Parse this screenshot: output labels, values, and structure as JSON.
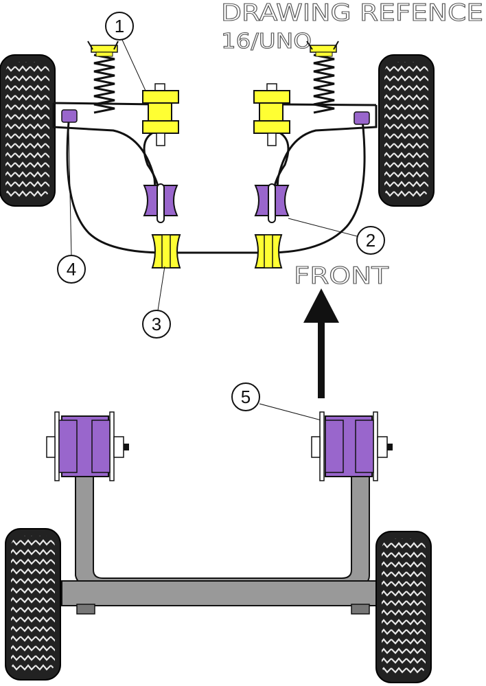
{
  "header": {
    "line1": "DRAWING REFENCE",
    "line2": "16/UNO"
  },
  "front_label": "FRONT",
  "callouts": [
    {
      "number": "1"
    },
    {
      "number": "2"
    },
    {
      "number": "3"
    },
    {
      "number": "4"
    },
    {
      "number": "5"
    }
  ],
  "colors": {
    "yellow_bush": "#ffff33",
    "purple_bush": "#9966cc",
    "tyre": "#222222",
    "beam": "#999999"
  }
}
